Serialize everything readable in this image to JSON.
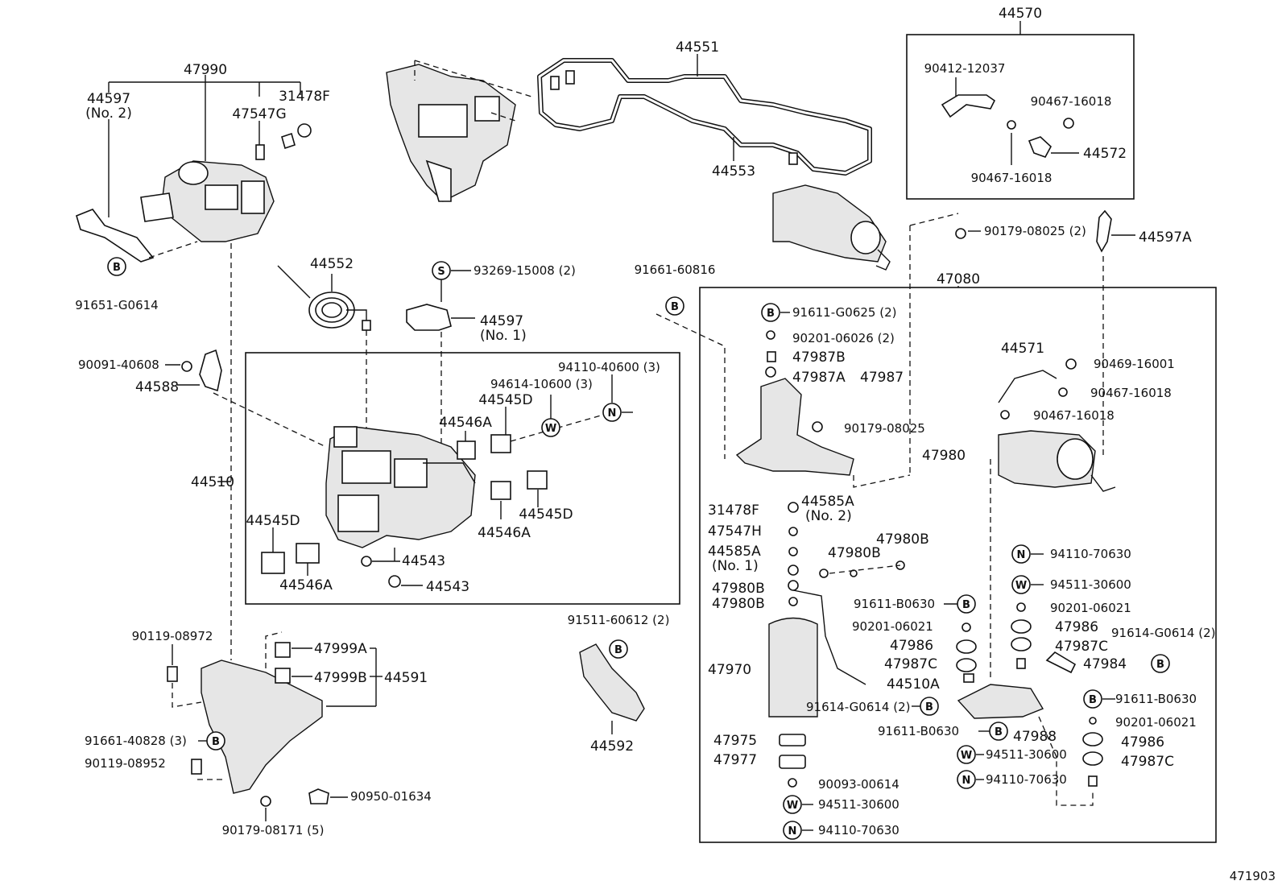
{
  "labels": {
    "l44570": "44570",
    "l47990": "47990",
    "l44597n2": "44597",
    "l44597n2sub": "(No. 2)",
    "l47547G": "47547G",
    "l31478F_top": "31478F",
    "l91651": "91651-G0614",
    "l44551": "44551",
    "l44553": "44553",
    "l90412": "90412-12037",
    "l90467a": "90467-16018",
    "l44572": "44572",
    "l90467b": "90467-16018",
    "l90179_08025_2": "90179-08025 (2)",
    "l44597A": "44597A",
    "l44552": "44552",
    "l93269": "93269-15008 (2)",
    "l44597n1": "44597",
    "l44597n1sub": "(No. 1)",
    "l91661_60816": "91661-60816",
    "l47080": "47080",
    "l90091": "90091-40608",
    "l44588": "44588",
    "l94110_40600": "94110-40600 (3)",
    "l94614": "94614-10600 (3)",
    "l44545D_a": "44545D",
    "l44546A_a": "44546A",
    "l44510": "44510",
    "l44545D_b": "44545D",
    "l44546A_b": "44546A",
    "l44545D_c": "44545D",
    "l44546A_c": "44546A",
    "l44543_a": "44543",
    "l44543_b": "44543",
    "l91611_G0625": "91611-G0625 (2)",
    "l90201_06026": "90201-06026 (2)",
    "l47987B": "47987B",
    "l47987A": "47987A",
    "l47987": "47987",
    "l90179_08025": "90179-08025",
    "l44571": "44571",
    "l90469": "90469-16001",
    "l90467c": "90467-16018",
    "l90467d": "90467-16018",
    "l47980": "47980",
    "l31478F_mid": "31478F",
    "l44585A_2": "44585A",
    "l44585A_2sub": "(No. 2)",
    "l47547H": "47547H",
    "l44585A_1": "44585A",
    "l44585A_1sub": "(No. 1)",
    "l47980B_a": "47980B",
    "l47980B_b": "47980B",
    "l47980B_c": "47980B",
    "l47980B_d": "47980B",
    "l94110_70630_a": "94110-70630",
    "l94511_30600_a": "94511-30600",
    "l90201_06021_a": "90201-06021",
    "l47986_a": "47986",
    "l47987C_a": "47987C",
    "l91614_G0614_2a": "91614-G0614 (2)",
    "l47984": "47984",
    "l91611_B0630_a": "91611-B0630",
    "l90201_06021_b": "90201-06021",
    "l47986_b": "47986",
    "l47987C_b": "47987C",
    "l44510A": "44510A",
    "l47970": "47970",
    "l91614_G0614_2b": "91614-G0614 (2)",
    "l91611_B0630_b": "91611-B0630",
    "l90201_06021_c": "90201-06021",
    "l91611_B0630_c": "91611-B0630",
    "l47988": "47988",
    "l47986_c": "47986",
    "l94511_30600_b": "94511-30600",
    "l47987C_c": "47987C",
    "l94110_70630_b": "94110-70630",
    "l47975": "47975",
    "l47977": "47977",
    "l90093": "90093-00614",
    "l94511_30600_c": "94511-30600",
    "l94110_70630_c": "94110-70630",
    "l91511": "91511-60612 (2)",
    "l44592": "44592",
    "l90119_08972": "90119-08972",
    "l47999A": "47999A",
    "l47999B": "47999B",
    "l44591": "44591",
    "l91661_40828": "91661-40828 (3)",
    "l90119_08952": "90119-08952",
    "l90950": "90950-01634",
    "l90179_08171": "90179-08171 (5)",
    "l471903": "471903"
  },
  "symbols": {
    "bolt": "B",
    "stud": "S",
    "nut": "N",
    "washer": "W"
  }
}
